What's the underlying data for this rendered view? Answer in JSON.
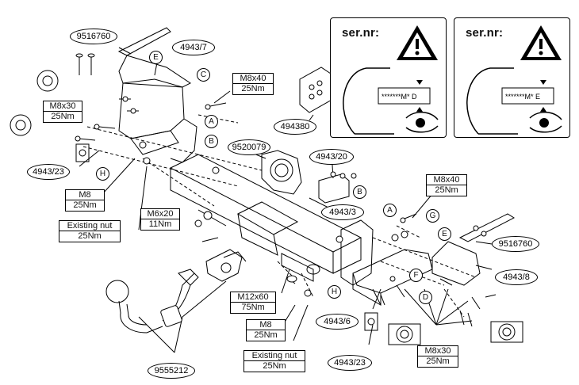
{
  "parts": {
    "p9516760_top": "9516760",
    "p4943_7": "4943/7",
    "p494380": "494380",
    "p4943_23_left": "4943/23",
    "p9520079": "9520079",
    "p4943_20": "4943/20",
    "p4943_3": "4943/3",
    "p9516760_right": "9516760",
    "p4943_8": "4943/8",
    "p4943_6": "4943/6",
    "p4943_23_bottom": "4943/23",
    "p9555212": "9555212"
  },
  "torques": {
    "m8x40_top": [
      "M8x40",
      "25Nm"
    ],
    "m8x30_left": [
      "M8x30",
      "25Nm"
    ],
    "m8_left": [
      "M8",
      "25Nm"
    ],
    "existing_left": [
      "Existing nut",
      "25Nm"
    ],
    "m6x20": [
      "M6x20",
      "11Nm"
    ],
    "m8x40_right": [
      "M8x40",
      "25Nm"
    ],
    "m12x60": [
      "M12x60",
      "75Nm"
    ],
    "m8_bottom": [
      "M8",
      "25Nm"
    ],
    "existing_bottom": [
      "Existing nut",
      "25Nm"
    ],
    "m8x30_bottom": [
      "M8x30",
      "25Nm"
    ]
  },
  "letters": {
    "A1": "A",
    "B1": "B",
    "C": "C",
    "E1": "E",
    "H1": "H",
    "A2": "A",
    "B2": "B",
    "G": "G",
    "E2": "E",
    "F": "F",
    "D": "D",
    "H2": "H"
  },
  "serial_panels": [
    {
      "title": "ser.nr:",
      "code": "*******M* D"
    },
    {
      "title": "ser.nr:",
      "code": "*******M* E"
    }
  ],
  "colors": {
    "line": "#000000",
    "background": "#ffffff",
    "panel_border": "#000000"
  }
}
